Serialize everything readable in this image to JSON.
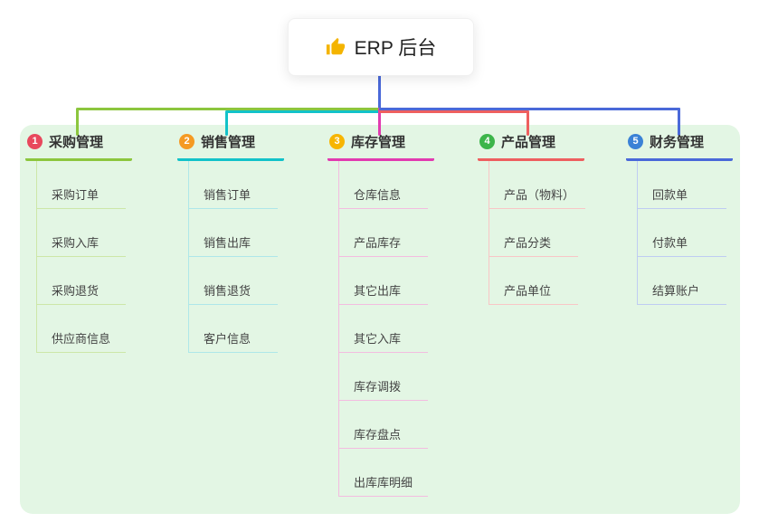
{
  "root": {
    "label": "ERP 后台",
    "icon": "thumbs-up-icon",
    "icon_color": "#f4b400"
  },
  "colors": {
    "trunk": "#4a69d9",
    "panel_background": "#e3f6e4"
  },
  "branches": [
    {
      "index": "1",
      "label": "采购管理",
      "color": "#8cc63e",
      "light_color": "#cde7a8",
      "badge_color": "#e8485d",
      "children": [
        "采购订单",
        "采购入库",
        "采购退货",
        "供应商信息"
      ]
    },
    {
      "index": "2",
      "label": "销售管理",
      "color": "#12c2c9",
      "light_color": "#aee7e9",
      "badge_color": "#f59a23",
      "children": [
        "销售订单",
        "销售出库",
        "销售退货",
        "客户信息"
      ]
    },
    {
      "index": "3",
      "label": "库存管理",
      "color": "#e23bb0",
      "light_color": "#f3bce0",
      "badge_color": "#f7b500",
      "children": [
        "仓库信息",
        "产品库存",
        "其它出库",
        "其它入库",
        "库存调拨",
        "库存盘点",
        "出库库明细"
      ]
    },
    {
      "index": "4",
      "label": "产品管理",
      "color": "#ee5f5f",
      "light_color": "#f8c6c6",
      "badge_color": "#3cb54a",
      "children": [
        "产品（物料）",
        "产品分类",
        "产品单位"
      ]
    },
    {
      "index": "5",
      "label": "财务管理",
      "color": "#4a69d9",
      "light_color": "#bfccf2",
      "badge_color": "#3b82d6",
      "children": [
        "回款单",
        "付款单",
        "结算账户"
      ]
    }
  ]
}
